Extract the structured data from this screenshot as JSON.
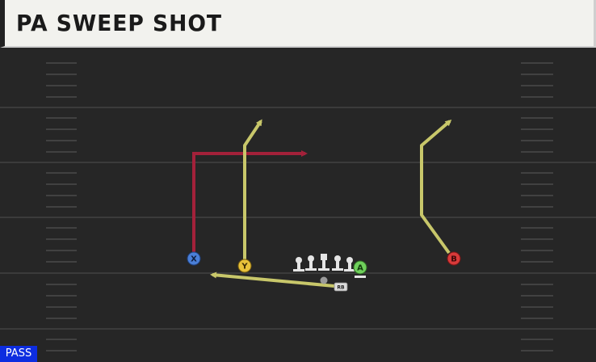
{
  "play": {
    "title": "PA SWEEP SHOT",
    "type_badge": "PASS"
  },
  "colors": {
    "field": "#262626",
    "yard_line": "#3b3b3b",
    "hash": "#4a4a4a",
    "route_yellow": "#c8c76a",
    "route_red": "#a3213a",
    "x_button": "#4a7fd8",
    "y_button": "#e8c23a",
    "a_button": "#6fd05b",
    "b_button": "#d83a3a",
    "lineman": "#e5e5e5",
    "badge": "#0d2de0"
  },
  "players": {
    "x": {
      "button": "X",
      "route": "corner-out"
    },
    "y": {
      "button": "Y",
      "route": "post-streak"
    },
    "a": {
      "button": "A",
      "route": "block"
    },
    "b": {
      "button": "B",
      "route": "fade-post"
    },
    "rb": {
      "tag": "RB",
      "route": "sweep"
    }
  }
}
